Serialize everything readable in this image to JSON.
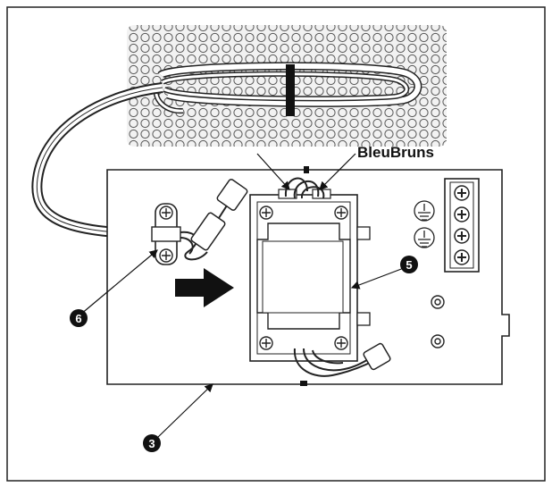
{
  "wire_label": "BleuBruns",
  "callouts": [
    "6",
    "5",
    "3"
  ]
}
